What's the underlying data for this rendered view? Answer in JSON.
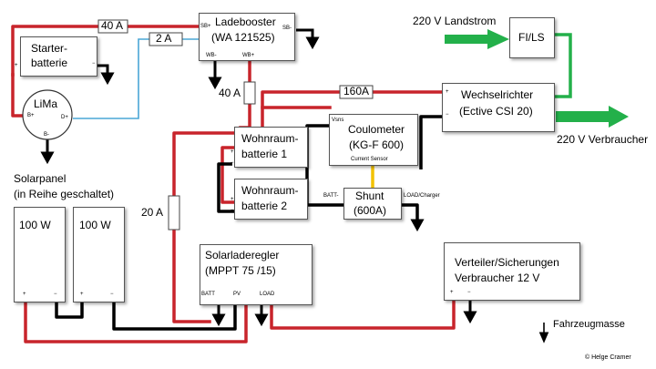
{
  "components": {
    "ladebooster": {
      "title": "Ladebooster",
      "model": "(WA 121525)",
      "sb_plus": "SB+",
      "sb_minus": "SB-",
      "wb_minus": "WB-",
      "wb_plus": "WB+"
    },
    "starterbatterie": {
      "line1": "Starter-",
      "line2": "batterie",
      "plus": "+",
      "minus": "−"
    },
    "lima": {
      "title": "LiMa",
      "b_plus": "B+",
      "d_plus": "D+",
      "b_minus": "B-"
    },
    "wohnraum1": {
      "line1": "Wohnraum-",
      "line2": "batterie 1",
      "plus": "+",
      "minus": "−"
    },
    "wohnraum2": {
      "line1": "Wohnraum-",
      "line2": "batterie 2",
      "plus": "+",
      "minus": "−"
    },
    "coulometer": {
      "title": "Coulometer",
      "model": "(KG-F 600)",
      "vsns": "Vsns",
      "sensor": "Current Sensor"
    },
    "shunt": {
      "title": "Shunt",
      "model": "(600A)",
      "batt": "BATT-",
      "load": "LOAD/Charger"
    },
    "wechselrichter": {
      "title": "Wechselrichter",
      "model": "(Ective CSI 20)",
      "plus": "+",
      "minus": "−"
    },
    "fils": {
      "title": "FI/LS"
    },
    "solarpanel": {
      "line1": "Solarpanel",
      "line2": "(in Reihe geschaltet)",
      "panel1": "100 W",
      "panel2": "100 W",
      "plus": "+",
      "minus": "−"
    },
    "solarladeregler": {
      "title": "Solarladeregler",
      "model": "(MPPT 75 /15)",
      "batt": "BATT",
      "pv": "PV",
      "load": "LOAD"
    },
    "verteiler": {
      "line1": "Verteiler/Sicherungen",
      "line2": "Verbraucher 12 V",
      "plus": "+",
      "minus": "−"
    }
  },
  "fuses": {
    "f40a_top": "40 A",
    "f2a": "2 A",
    "f40a_mid": "40 A",
    "f160a": "160A",
    "f20a": "20 A"
  },
  "labels": {
    "landstrom": "220 V Landstrom",
    "verbraucher_220": "220 V Verbraucher",
    "fahrzeugmasse": "Fahrzeugmasse",
    "copyright": "© Helge Cramer"
  },
  "colors": {
    "positive": "#c8242b",
    "negative": "#000000",
    "signal": "#4aa7d6",
    "sensor": "#f2c200",
    "ac": "#23b04a"
  }
}
